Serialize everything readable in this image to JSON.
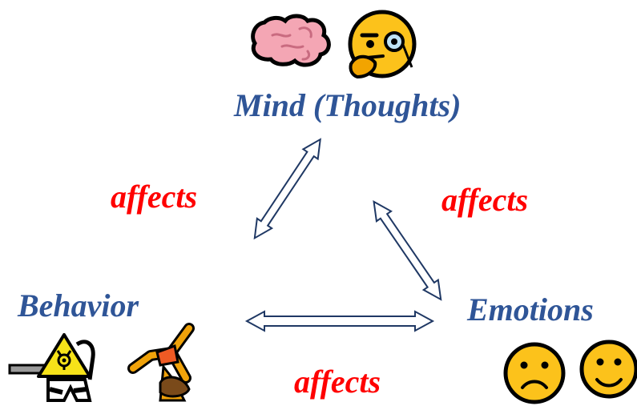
{
  "diagram": {
    "nodes": {
      "mind": {
        "label": "Mind (Thoughts)",
        "icons": [
          "brain-icon",
          "face-with-monocle-icon"
        ]
      },
      "behavior": {
        "label": "Behavior",
        "icons": [
          "biohazard-sign-icon",
          "person-cartwheeling-icon"
        ]
      },
      "emotions": {
        "label": "Emotions",
        "icons": [
          "slightly-frowning-face-icon",
          "slightly-smiling-face-icon"
        ]
      }
    },
    "edges": [
      {
        "from": "behavior",
        "to": "mind",
        "label": "affects",
        "bidirectional": true
      },
      {
        "from": "mind",
        "to": "emotions",
        "label": "affects",
        "bidirectional": true
      },
      {
        "from": "behavior",
        "to": "emotions",
        "label": "affects",
        "bidirectional": true
      }
    ]
  },
  "colors": {
    "node_label": "#2f5597",
    "edge_label": "#ff0000",
    "arrow_stroke": "#1f3864"
  }
}
